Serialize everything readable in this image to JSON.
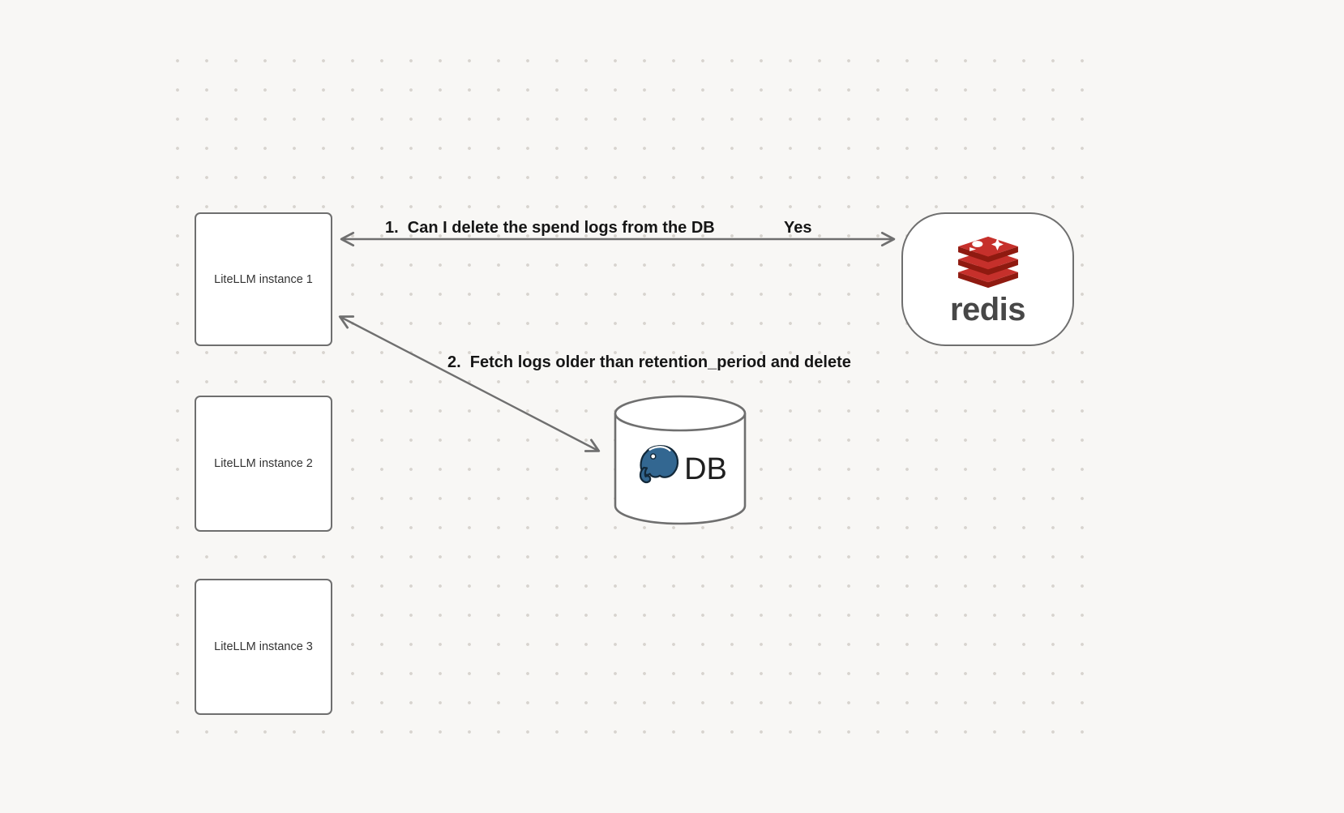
{
  "canvas": {
    "background": "#f8f7f5",
    "grid_dot_color": "#d8d4cf"
  },
  "nodes": {
    "litellm1": {
      "label": "LiteLLM instance 1"
    },
    "litellm2": {
      "label": "LiteLLM instance 2"
    },
    "litellm3": {
      "label": "LiteLLM instance 3"
    },
    "redis": {
      "wordmark": "redis"
    },
    "db": {
      "label": "DB"
    }
  },
  "edges": {
    "redis_query": {
      "label": "1.  Can I delete the spend logs from the DB",
      "response_label": "Yes"
    },
    "db_fetch": {
      "label": "2.  Fetch logs older than retention_period and delete"
    }
  },
  "icons": {
    "redis_logo": "redis-stack-logo",
    "postgres_logo": "postgresql-elephant-logo"
  },
  "colors": {
    "node_border": "#6f6f6f",
    "node_fill": "#ffffff",
    "arrow": "#6f6f6f",
    "edge_label_text": "#161616",
    "node_label_text": "#333333",
    "redis_wordmark": "#474747",
    "redis_red": "#c6302b",
    "redis_dark_red": "#8f1a10",
    "postgres_blue": "#336791",
    "postgres_outline": "#13293a"
  }
}
